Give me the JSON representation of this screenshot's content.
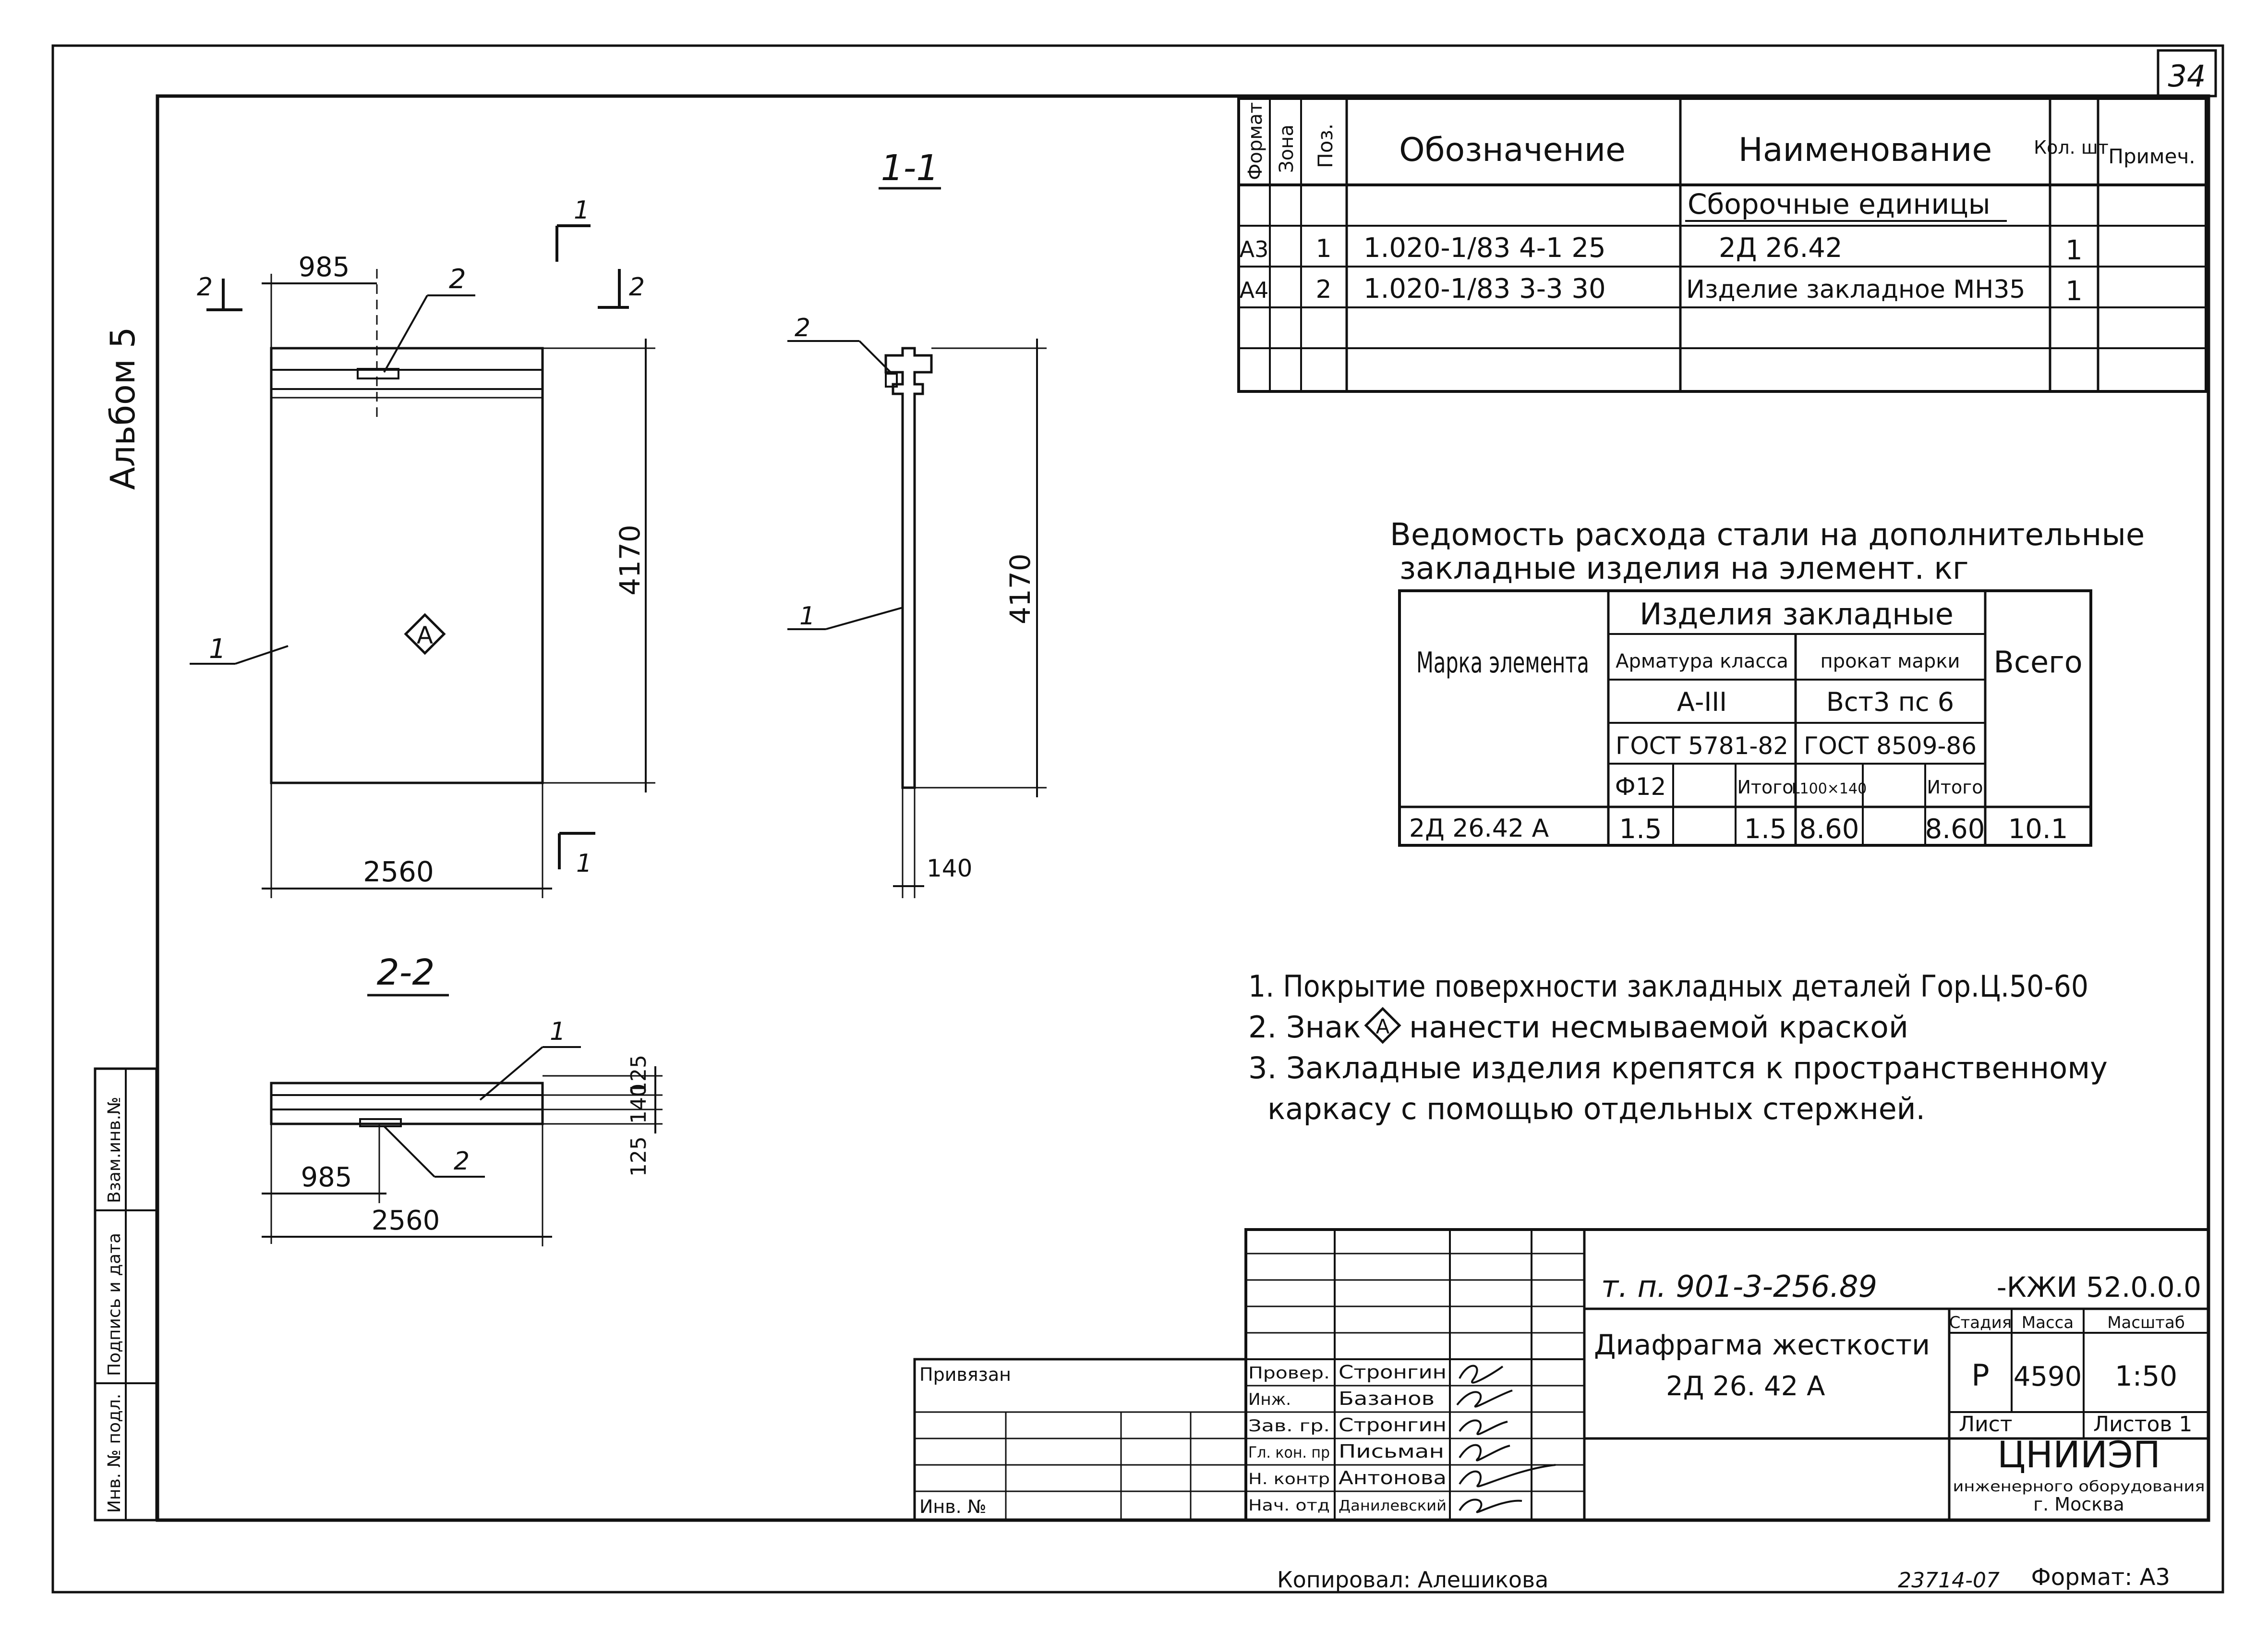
{
  "sheet_number": "34",
  "album_label": "Альбом 5",
  "side_stamp": [
    "Инв. № подл.",
    "Подпись и дата",
    "Взам.инв.№"
  ],
  "views": {
    "section_1_1": "1-1",
    "section_2_2": "2-2",
    "marker_1": "1",
    "marker_2": "2",
    "callout_1": "1",
    "callout_2": "2",
    "mark_a": "А"
  },
  "dimensions": {
    "dim_985": "985",
    "dim_2560": "2560",
    "dim_4170": "4170",
    "dim_140": "140",
    "dim_125": "125"
  },
  "spec_table": {
    "headers": [
      "Формат",
      "Зона",
      "Поз.",
      "Обозначение",
      "Наименование",
      "Кол. шт.",
      "Примеч."
    ],
    "section_title": "Сборочные единицы",
    "rows": [
      {
        "format": "А3",
        "pos": "1",
        "designation": "1.020-1/83 4-1 25",
        "name": "2Д 26.42",
        "qty": "1"
      },
      {
        "format": "А4",
        "pos": "2",
        "designation": "1.020-1/83 3-3 30",
        "name": "Изделие закладное МН35",
        "qty": "1"
      }
    ]
  },
  "steel_table": {
    "title": "Ведомость расхода стали на дополнительные закладные изделия на элемент. кг",
    "col_mark": "Марка элемента",
    "group": "Изделия закладные",
    "sub_rebar": "Арматура класса",
    "sub_rolled": "прокат марки",
    "col_total": "Всего",
    "rebar_class": "А-III",
    "rolled_grade": "Вст3 пс 6",
    "gost_rebar": "ГОСТ 5781-82",
    "gost_rolled": "ГОСТ 8509-86",
    "h_d12": "Ф12",
    "h_total": "Итого",
    "h_l": "L100×140",
    "row": {
      "mark": "2Д 26.42 А",
      "d12": "1.5",
      "rebar_total": "1.5",
      "l": "8.60",
      "rolled_total": "8.60",
      "total": "10.1"
    }
  },
  "notes": [
    "1. Покрытие поверхности закладных деталей Гор.Ц.50-60",
    "2. Знак",
    "нанести несмываемой краской",
    "3. Закладные изделия крепятся к пространственному",
    "каркасу с помощью отдельных стержней."
  ],
  "title_block": {
    "project": "т. п. 901-3-256.89",
    "code": "-КЖИ 52.0.0.0",
    "drawing_title_1": "Диафрагма жесткости",
    "drawing_title_2": "2Д 26. 42 А",
    "stage_h": "Стадия",
    "mass_h": "Масса",
    "scale_h": "Масштаб",
    "stage": "Р",
    "mass": "4590",
    "scale": "1:50",
    "sheet_h": "Лист",
    "sheets_h": "Листов 1",
    "org": "ЦНИИЭП",
    "org_sub1": "инженерного оборудования",
    "org_sub2": "г. Москва",
    "bound": "Привязан",
    "inv": "Инв. №",
    "roles": [
      "Провер.",
      "Инж.",
      "Зав. гр.",
      "Гл. кон. пр",
      "Н. контр",
      "Нач. отд"
    ],
    "names": [
      "Стронгин",
      "Базанов",
      "Стронгин",
      "Письман",
      "Антонова",
      "Данилевский"
    ]
  },
  "copied_by": "Копировал: Алешикова",
  "order_no": "23714-07",
  "format": "Формат: А3"
}
